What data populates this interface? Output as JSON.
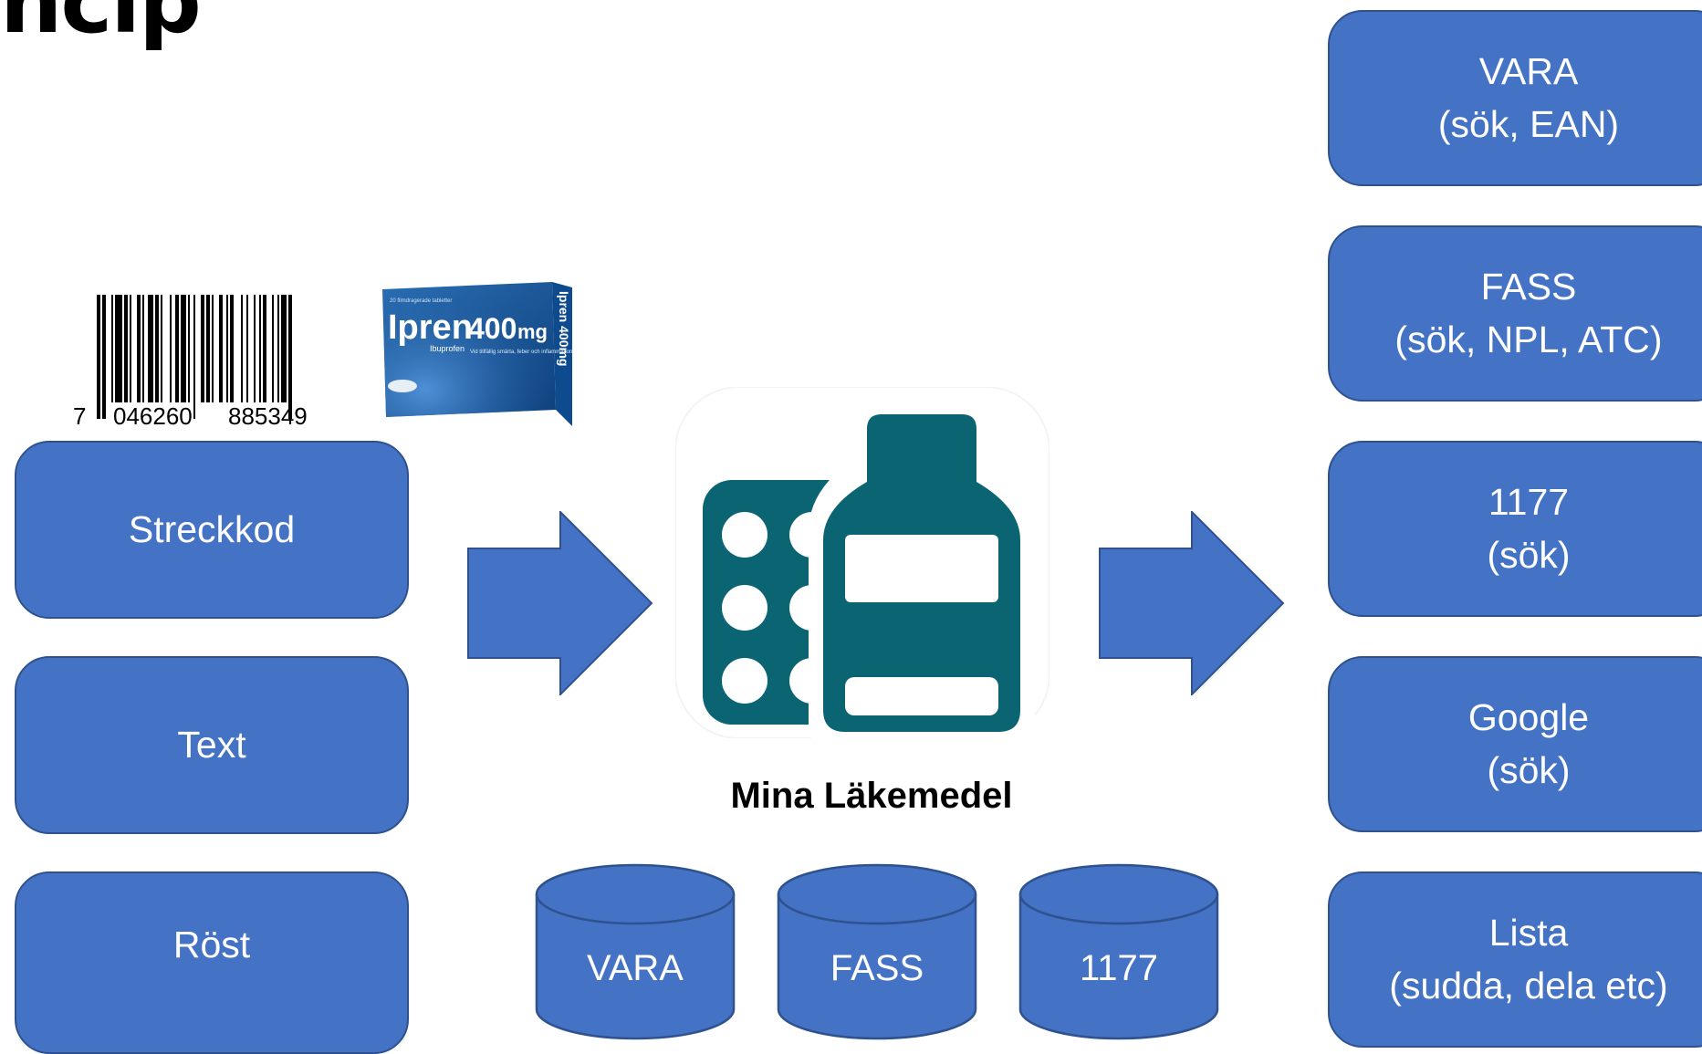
{
  "title": "ncip",
  "colors": {
    "box_fill": "#4472c4",
    "box_border": "#2f528f",
    "icon_teal": "#0a6472",
    "text_on_box": "#ffffff"
  },
  "barcode": {
    "digit_lead": "7",
    "digits_left": "046260",
    "digits_right": "885349"
  },
  "package": {
    "brand": "Ipren",
    "strength": "400",
    "unit": "mg",
    "substance": "Ibuprofen",
    "count_text": "20 filmdragerade tabletter",
    "claim": "Vid tillfällig smärta, feber och inflammation.",
    "side_text": "Ipren 400mg"
  },
  "inputs": [
    {
      "label": "Streckkod"
    },
    {
      "label": "Text"
    },
    {
      "label": "Röst"
    }
  ],
  "app": {
    "name": "Mina Läkemedel",
    "icon": "pills-bottle-icon"
  },
  "databases": [
    {
      "label": "VARA"
    },
    {
      "label": "FASS"
    },
    {
      "label": "1177"
    }
  ],
  "outputs": [
    {
      "line1": "VARA",
      "line2": "(sök, EAN)"
    },
    {
      "line1": "FASS",
      "line2": "(sök, NPL, ATC)"
    },
    {
      "line1": "1177",
      "line2": "(sök)"
    },
    {
      "line1": "Google",
      "line2": "(sök)"
    },
    {
      "line1": "Lista",
      "line2": "(sudda, dela etc)"
    }
  ]
}
